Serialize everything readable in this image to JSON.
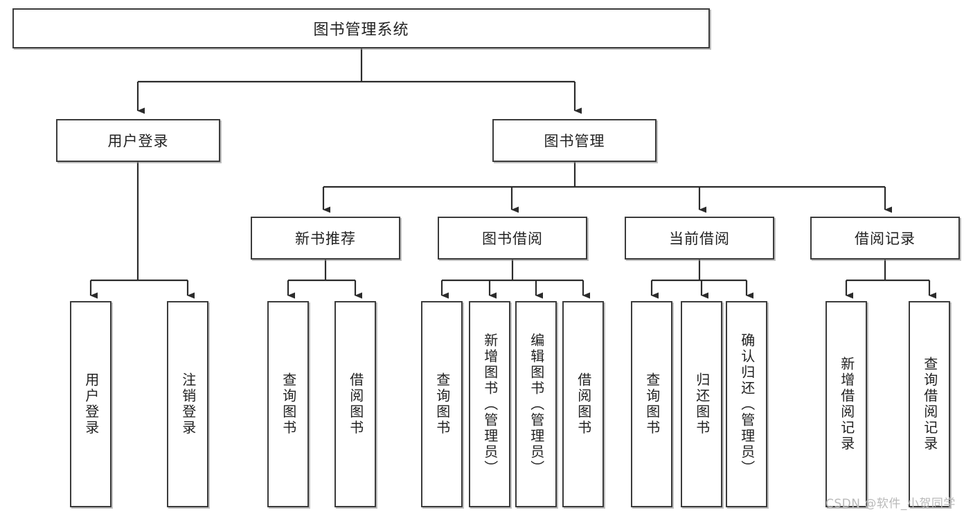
{
  "diagram": {
    "title": "图书管理系统",
    "type": "tree-hierarchy-chart",
    "levels": 4,
    "colors": {
      "border": "#3b3b3b",
      "fill": "#ffffff",
      "text": "#222222",
      "edge": "#2b2b2b",
      "watermark": "#b9b9b9"
    },
    "root": {
      "label": "图书管理系统"
    },
    "level2": [
      {
        "label": "用户登录"
      },
      {
        "label": "图书管理"
      }
    ],
    "level3": [
      {
        "label": "新书推荐"
      },
      {
        "label": "图书借阅"
      },
      {
        "label": "当前借阅"
      },
      {
        "label": "借阅记录"
      }
    ],
    "leaves": {
      "user_login": [
        {
          "label": "用户登录"
        },
        {
          "label": "注销登录"
        }
      ],
      "new_book_recommend": [
        {
          "label": "查询图书"
        },
        {
          "label": "借阅图书"
        }
      ],
      "book_borrow": [
        {
          "label": "查询图书"
        },
        {
          "label": "新增图书（管理员）"
        },
        {
          "label": "编辑图书（管理员）"
        },
        {
          "label": "借阅图书"
        }
      ],
      "current_borrow": [
        {
          "label": "查询图书"
        },
        {
          "label": "归还图书"
        },
        {
          "label": "确认归还（管理员）"
        }
      ],
      "borrow_record": [
        {
          "label": "新增借阅记录"
        },
        {
          "label": "查询借阅记录"
        }
      ]
    }
  },
  "watermark": {
    "text": "CSDN @软件_小贺同学"
  }
}
